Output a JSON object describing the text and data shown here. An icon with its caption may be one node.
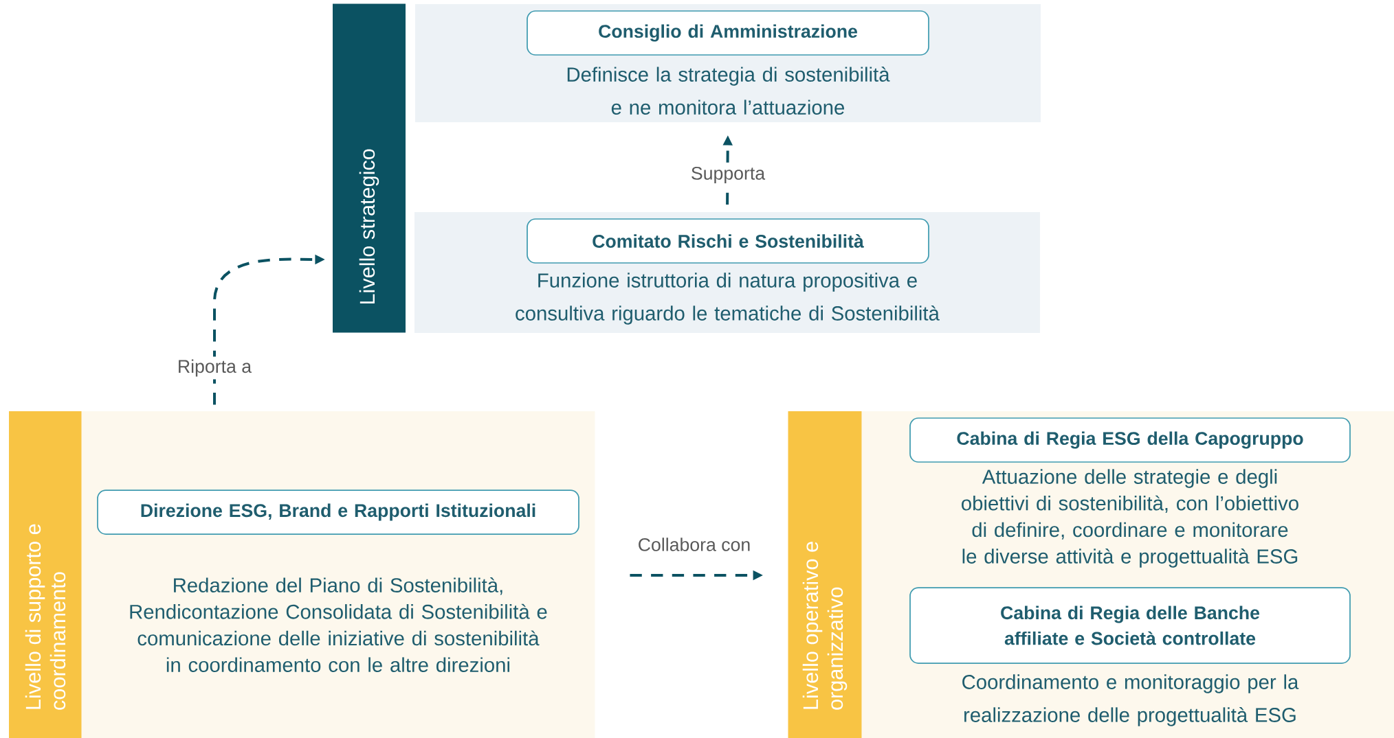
{
  "diagram": {
    "nodes": [
      {
        "text": [
          "Livello strategico"
        ]
      },
      {
        "text": [
          "Definisce la strategia di sostenibilità e ne monitora l’attuazione"
        ]
      },
      {
        "text": [
          "Consiglio di Amministrazione"
        ],
        "in": 1
      },
      {
        "text": [
          "Funzione istruttoria di natura propositiva e consultiva riguardo le tematiche di Sostenibilità"
        ]
      },
      {
        "text": [
          "Comitato Rischi e Sostenibilità"
        ],
        "in": 3
      },
      {
        "text": [
          "Livello di supporto e coordinamento"
        ]
      },
      {
        "text": [
          "Redazione del Piano di Sostenibilità, Rendicontazione Consolidata di Sostenibilità e comunicazione delle iniziative di sostenibilità in coordinamento con le altre direzioni"
        ]
      },
      {
        "text": [
          "Direzione ESG, Brand e Rapporti Istituzionali"
        ],
        "in": 6
      },
      {
        "text": [
          "Livello operativo e organizzativo"
        ]
      },
      {
        "text": [
          "Attuazione delle strategie e degli obiettivi di sostenibilità, con l’obiettivo di definire, coordinare e monitorare le diverse attività e progettualità ESG",
          "Coordinamento e monitoraggio per la realizzazione delle progettualità ESG"
        ]
      },
      {
        "text": [
          "Cabina di Regia ESG della Capogruppo"
        ],
        "in": 9
      },
      {
        "text": [
          "Cabina di Regia delle Banche affiliate e Società controllate"
        ],
        "in": 9
      }
    ],
    "edges": [
      {
        "from": 3,
        "to": 1,
        "arrow": "to",
        "label": "Supporta",
        "style": "dashed"
      },
      {
        "from": 6,
        "to": 0,
        "arrow": "to",
        "label": "Riporta a",
        "style": "dashed"
      },
      {
        "from": 6,
        "to": 8,
        "arrow": "to",
        "label": "Collabora con",
        "style": "dashed"
      }
    ]
  }
}
